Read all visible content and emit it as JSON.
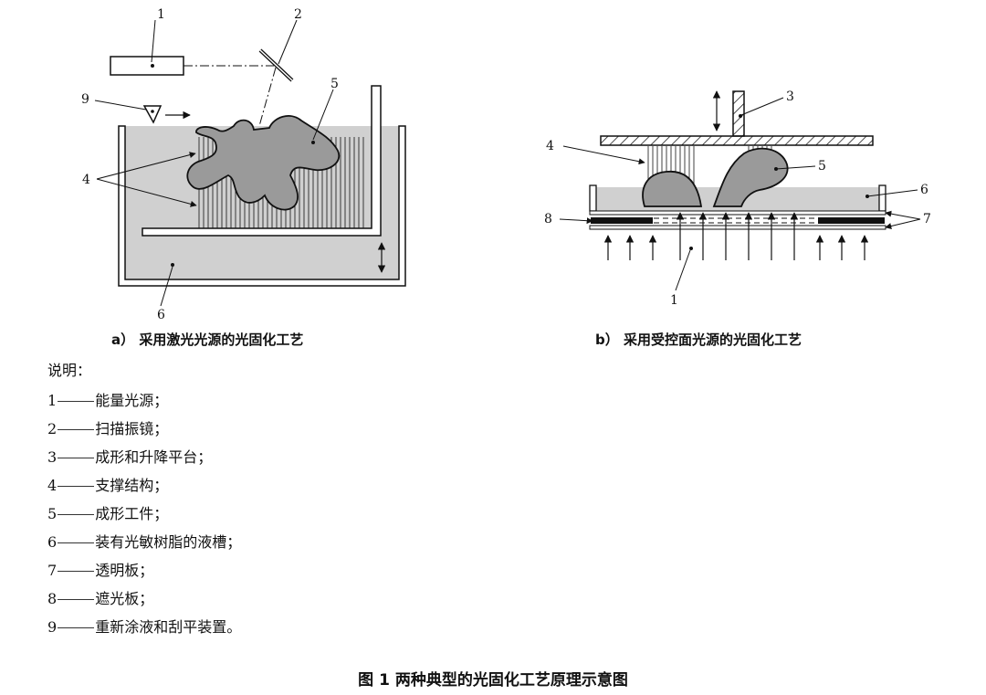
{
  "callouts_a": [
    "1",
    "2",
    "5",
    "9",
    "4",
    "6"
  ],
  "callouts_b": [
    "3",
    "4",
    "5",
    "6",
    "8",
    "7",
    "1"
  ],
  "caption_a": "a）  采用激光光源的光固化工艺",
  "caption_b": "b）  采用受控面光源的光固化工艺",
  "legend": {
    "title": "说明：",
    "items": [
      {
        "num": "1",
        "text": "能量光源；"
      },
      {
        "num": "2",
        "text": "扫描振镜；"
      },
      {
        "num": "3",
        "text": "成形和升降平台；"
      },
      {
        "num": "4",
        "text": "支撑结构；"
      },
      {
        "num": "5",
        "text": "成形工件；"
      },
      {
        "num": "6",
        "text": "装有光敏树脂的液槽；"
      },
      {
        "num": "7",
        "text": "透明板；"
      },
      {
        "num": "8",
        "text": "遮光板；"
      },
      {
        "num": "9",
        "text": "重新涂液和刮平装置。"
      }
    ]
  },
  "figure_caption": "图 1   两种典型的光固化工艺原理示意图",
  "colors": {
    "resin": "#d0d0d0",
    "part": "#9a9a9a",
    "line": "#111111"
  }
}
